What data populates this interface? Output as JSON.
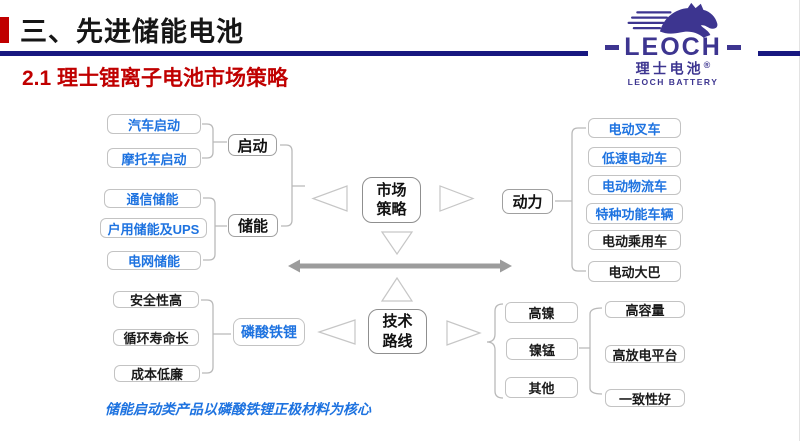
{
  "header": {
    "section_title": "三、先进储能电池",
    "subtitle": "2.1 理士锂离子电池市场策略",
    "accent_color": "#C00000",
    "divider_color": "#181880"
  },
  "logo": {
    "wordmark": "LEOCH",
    "cn_name": "理士电池",
    "registered_mark": "®",
    "en_name": "LEOCH BATTERY",
    "brand_color": "#3D3590"
  },
  "colors": {
    "item_blue": "#1E73E0",
    "item_black": "#1a1a1a",
    "connector_gray": "#b9b9b9",
    "arrow_gray": "#9c9c9c"
  },
  "diagram": {
    "market_strategy": "市场\n策略",
    "tech_route": "技术\n路线",
    "start_group": {
      "label": "启动",
      "items": [
        "汽车启动",
        "摩托车启动"
      ]
    },
    "storage_group": {
      "label": "储能",
      "items": [
        "通信储能",
        "户用储能及UPS",
        "电网储能"
      ]
    },
    "power_group": {
      "label": "动力",
      "items_blue": [
        "电动叉车",
        "低速电动车",
        "电动物流车",
        "特种功能车辆"
      ],
      "items_black": [
        "电动乘用车",
        "电动大巴"
      ]
    },
    "lfp_group": {
      "label": "磷酸铁锂",
      "items": [
        "安全性高",
        "循环寿命长",
        "成本低廉"
      ]
    },
    "ternary_group": {
      "materials": [
        "高镍",
        "镍锰",
        "其他"
      ],
      "benefits": [
        "高容量",
        "高放电平台",
        "一致性好"
      ]
    },
    "footnote": "储能启动类产品以磷酸铁锂正极材料为核心"
  }
}
